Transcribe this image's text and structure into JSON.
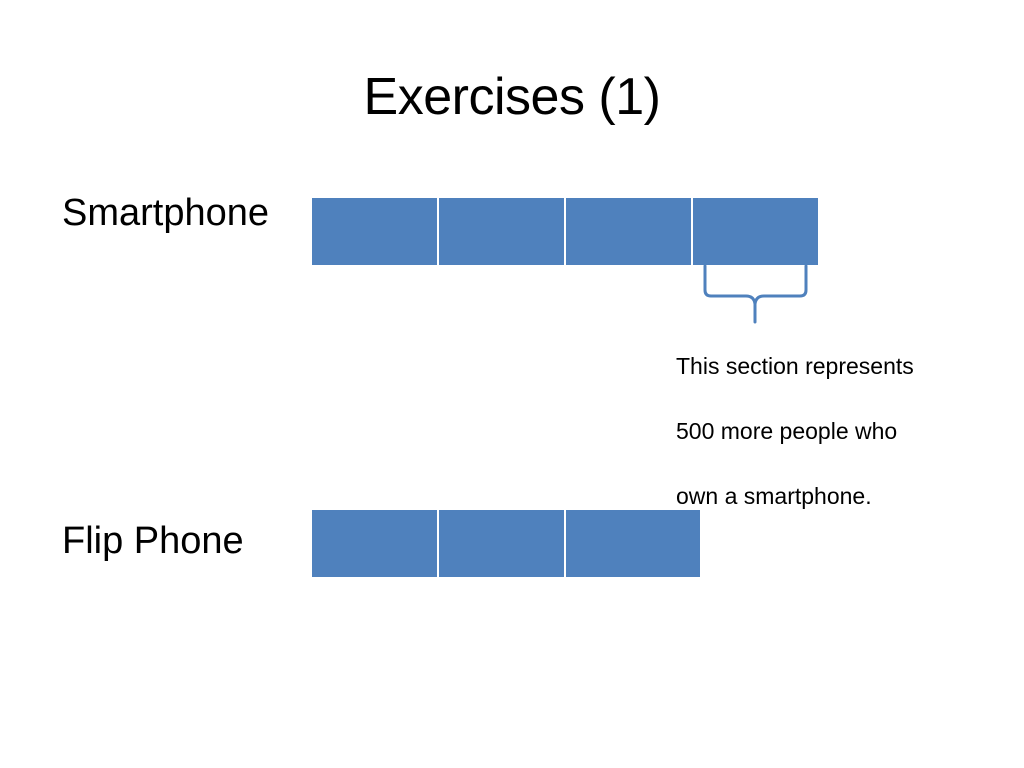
{
  "slide": {
    "title": "Exercises (1)",
    "accent_color": "#4f81bd",
    "brace_color": "#4f81bd"
  },
  "rows": [
    {
      "label": "Smartphone",
      "units": 4
    },
    {
      "label": "Flip Phone",
      "units": 3
    }
  ],
  "annotation": {
    "lines": [
      "This section represents",
      "500 more people who",
      "own a smartphone."
    ]
  }
}
